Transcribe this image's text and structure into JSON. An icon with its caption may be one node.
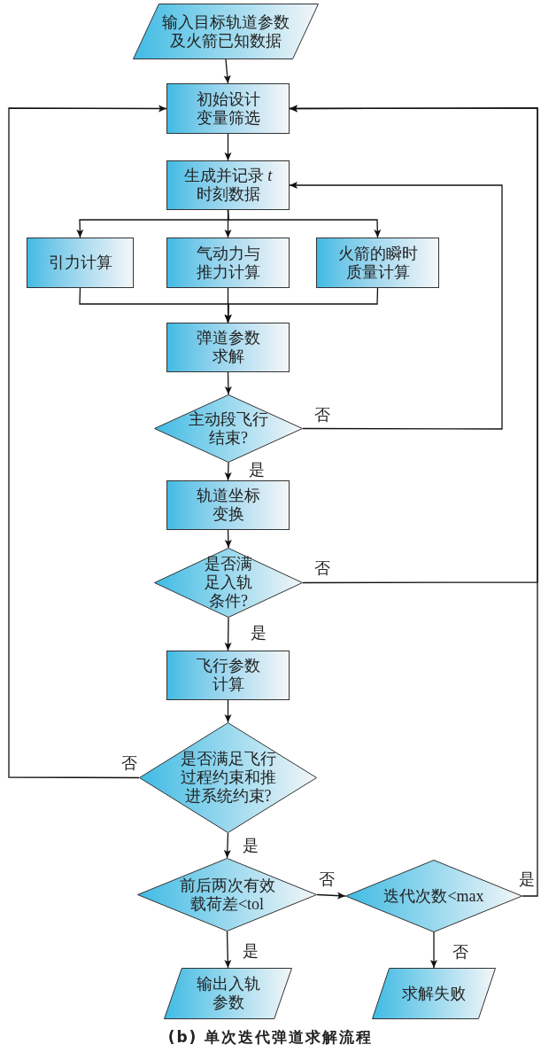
{
  "diagram": {
    "caption": "(b) 单次迭代弹道求解流程",
    "nodes": [
      {
        "text": [
          "输入目标轨道参数及火箭已知数据"
        ]
      },
      {
        "text": [
          "初始设计变量筛选"
        ]
      },
      {
        "text": [
          "生成并记录 *t* 时刻数据"
        ]
      },
      {
        "text": [
          "引力计算"
        ]
      },
      {
        "text": [
          "气动力与推力计算"
        ]
      },
      {
        "text": [
          "火箭的瞬时质量计算"
        ]
      },
      {
        "text": [
          "弹道参数求解"
        ]
      },
      {
        "text": [
          "主动段飞行结束?"
        ]
      },
      {
        "text": [
          "轨道坐标变换"
        ]
      },
      {
        "text": [
          "是否满足入轨条件?"
        ]
      },
      {
        "text": [
          "飞行参数计算"
        ]
      },
      {
        "text": [
          "是否满足飞行过程约束和推进系统约束?"
        ]
      },
      {
        "text": [
          "前后两次有效载荷差<tol"
        ]
      },
      {
        "text": [
          "迭代次数<max"
        ]
      },
      {
        "text": [
          "输出入轨参数"
        ]
      },
      {
        "text": [
          "求解失败"
        ]
      }
    ],
    "edges": [
      {
        "from": 0,
        "to": 1,
        "arrow": "to"
      },
      {
        "from": 1,
        "to": 2,
        "arrow": "to"
      },
      {
        "from": 2,
        "to": 3,
        "arrow": "to"
      },
      {
        "from": 2,
        "to": 4,
        "arrow": "to"
      },
      {
        "from": 2,
        "to": 5,
        "arrow": "to"
      },
      {
        "from": 3,
        "to": 6,
        "arrow": "to"
      },
      {
        "from": 4,
        "to": 6,
        "arrow": "to"
      },
      {
        "from": 5,
        "to": 6,
        "arrow": "to"
      },
      {
        "from": 6,
        "to": 7,
        "arrow": "to"
      },
      {
        "from": 7,
        "to": 2,
        "arrow": "to",
        "label": "否"
      },
      {
        "from": 7,
        "to": 8,
        "arrow": "to",
        "label": "是"
      },
      {
        "from": 8,
        "to": 9,
        "arrow": "to"
      },
      {
        "from": 9,
        "to": 1,
        "arrow": "to",
        "label": "否"
      },
      {
        "from": 9,
        "to": 10,
        "arrow": "to",
        "label": "是"
      },
      {
        "from": 10,
        "to": 11,
        "arrow": "to"
      },
      {
        "from": 11,
        "to": 1,
        "arrow": "to",
        "label": "否"
      },
      {
        "from": 11,
        "to": 12,
        "arrow": "to",
        "label": "是"
      },
      {
        "from": 12,
        "to": 13,
        "arrow": "to",
        "label": "否"
      },
      {
        "from": 12,
        "to": 14,
        "arrow": "to",
        "label": "是"
      },
      {
        "from": 13,
        "to": 1,
        "arrow": "to",
        "label": "是"
      },
      {
        "from": 13,
        "to": 15,
        "arrow": "to",
        "label": "否"
      }
    ]
  }
}
